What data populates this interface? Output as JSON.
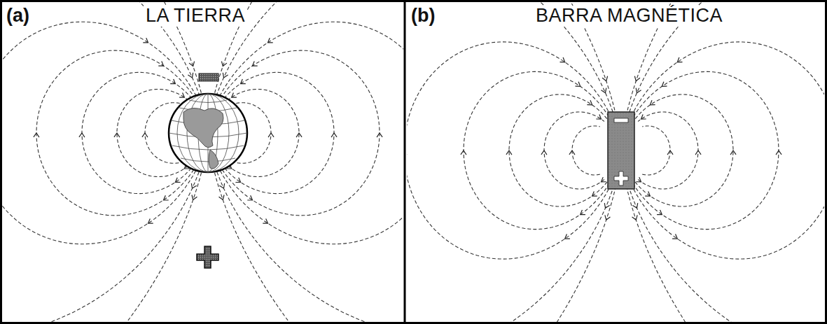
{
  "diagram": {
    "labels": [
      "(a)",
      "LA TIERRA",
      "(b)",
      "BARRA MAGNÉTICA"
    ]
  }
}
